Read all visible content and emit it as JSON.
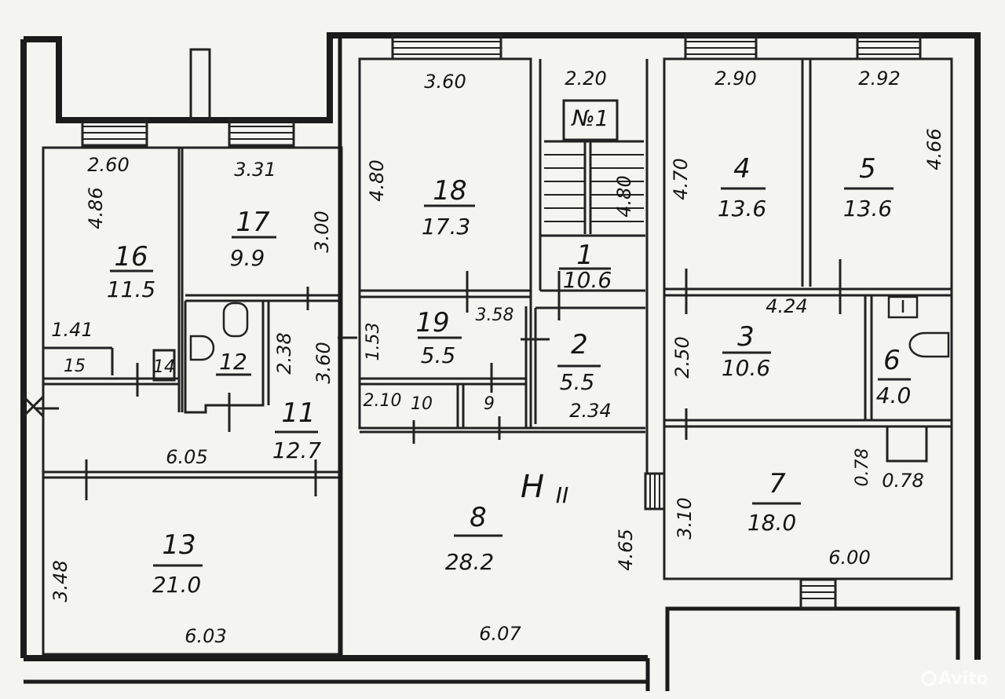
{
  "rooms": [
    {
      "number": "16",
      "area": "11.5"
    },
    {
      "number": "17",
      "area": "9.9"
    },
    {
      "number": "18",
      "area": "17.3"
    },
    {
      "number": "1",
      "area": "10.6"
    },
    {
      "number": "4",
      "area": "13.6"
    },
    {
      "number": "5",
      "area": "13.6"
    },
    {
      "number": "19",
      "area": "5.5"
    },
    {
      "number": "2",
      "area": "5.5"
    },
    {
      "number": "3",
      "area": "10.6"
    },
    {
      "number": "6",
      "area": "4.0"
    },
    {
      "number": "12"
    },
    {
      "number": "11",
      "area": "12.7"
    },
    {
      "number": "13",
      "area": "21.0"
    },
    {
      "number": "8",
      "area": "28.2"
    },
    {
      "number": "7",
      "area": "18.0"
    },
    {
      "number": "15"
    },
    {
      "number": "14"
    },
    {
      "number": "10"
    },
    {
      "number": "9"
    }
  ],
  "dimensions": {
    "d_2_60": "2.60",
    "d_3_31": "3.31",
    "d_3_60": "3.60",
    "d_2_20": "2.20",
    "d_2_90": "2.90",
    "d_2_92": "2.92",
    "d_4_86": "4.86",
    "d_3_00": "3.00",
    "d_4_80": "4.80",
    "d_4_80b": "4.80",
    "d_4_70": "4.70",
    "d_4_66": "4.66",
    "d_1_41": "1.41",
    "d_2_38": "2.38",
    "d_3_60v": "3.60",
    "d_1_53": "1.53",
    "d_3_58": "3.58",
    "d_4_24": "4.24",
    "d_2_50": "2.50",
    "d_2_10": "2.10",
    "d_2_34": "2.34",
    "d_6_05": "6.05",
    "d_0_78": "0.78",
    "d_0_78v": "0.78",
    "d_3_48": "3.48",
    "d_4_65": "4.65",
    "d_3_10": "3.10",
    "d_6_00": "6.00",
    "d_6_03": "6.03",
    "d_6_07": "6.07"
  },
  "labels": {
    "stair_label": "№1",
    "floor_mark": "Н",
    "floor_mark_sub": "II"
  },
  "watermark": "Avito"
}
